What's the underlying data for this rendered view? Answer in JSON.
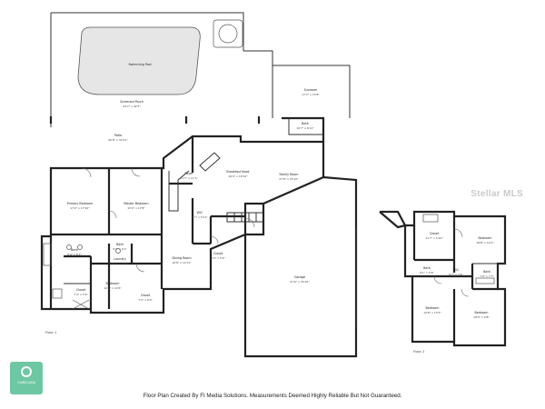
{
  "rooms": {
    "swimming_pool": {
      "name": "Swimming Pool",
      "dims": ""
    },
    "screened_porch": {
      "name": "Screened Porch",
      "dims": "54'2\" x 42'5\""
    },
    "patio": {
      "name": "Patio",
      "dims": "90'8\" x 30'11\""
    },
    "sunroom": {
      "name": "Sunroom",
      "dims": "17'2\" x 15'8\""
    },
    "bath_upper_right": {
      "name": "Bath",
      "dims": "10'7\" x 6'11\""
    },
    "primary_bedroom": {
      "name": "Primary Bedroom",
      "dims": "17'2\" x 17'10\""
    },
    "master_bedroom": {
      "name": "Master Bedroom",
      "dims": "15'0\" x 17'8\""
    },
    "foyer": {
      "name": "Foyer",
      "dims": "11'7\" x 11'1\""
    },
    "breakfast_nook": {
      "name": "Breakfast Nook",
      "dims": "16'4\" x 18'10\""
    },
    "family_room": {
      "name": "Family Room",
      "dims": "27'8\" x 25'10\""
    },
    "wic": {
      "name": "W/C",
      "dims": "6'7\" x 5'11\""
    },
    "bath_main": {
      "name": "Bath",
      "dims": "6'4\" x 8'1\""
    },
    "bath_sm": {
      "name": "Bath",
      "dims": "9'2\" x 6'1\""
    },
    "dining_room": {
      "name": "Dining Room",
      "dims": "16'8\" x 12'11\""
    },
    "laundry": {
      "name": "Laundry",
      "dims": "10'2\" x 8'10\""
    },
    "bedroom_1": {
      "name": "Bedroom",
      "dims": "10'8\" x 14'6\""
    },
    "closet_1": {
      "name": "Closet",
      "dims": "7'4\" x 5'4\""
    },
    "closet_2": {
      "name": "Closet",
      "dims": "7'2\" x 6'0\""
    },
    "garage": {
      "name": "Garage",
      "dims": "27'6\" x 35'10\""
    },
    "up_closet": {
      "name": "Closet",
      "dims": "11'7\" x 5'10\""
    },
    "up_bedroom_a": {
      "name": "Bedroom",
      "dims": "18'8\" x 14'2\""
    },
    "up_wic": {
      "name": "W/C",
      "dims": "6'7\" x 7'4\""
    },
    "up_bath_a": {
      "name": "Bath",
      "dims": "8'1\" x 5'6\""
    },
    "up_bath_b": {
      "name": "Bath",
      "dims": "7'9\" x 7'7\""
    },
    "up_bedroom_b": {
      "name": "Bedroom",
      "dims": "18'9\" x 9'8\""
    },
    "up_bedroom_c": {
      "name": "Bedroom",
      "dims": "12'8\" x 13'3\""
    }
  },
  "floors": {
    "first": "Floor 1",
    "second": "Floor 2"
  },
  "watermark": "Stellar MLS",
  "logo_text": "CUBICASA",
  "footer": "Floor Plan Created By FI Media Solutions. Measurements Deemed Highly Reliable But Not Guaranteed."
}
